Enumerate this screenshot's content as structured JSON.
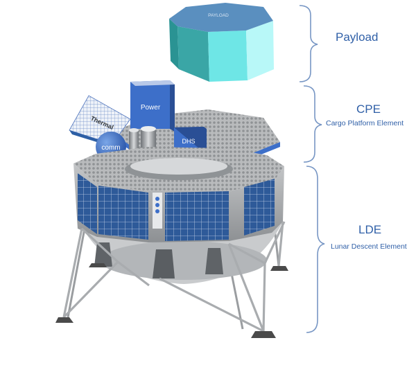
{
  "labels": {
    "payload_box": "PAYLOAD",
    "power": "Power",
    "thermal": "Thermal",
    "comm": "comm",
    "dhs": "DHS"
  },
  "legend": [
    {
      "title": "Payload",
      "subtitle": ""
    },
    {
      "title": "CPE",
      "subtitle": "Cargo Platform Element"
    },
    {
      "title": "LDE",
      "subtitle": "Lunar Descent Element"
    }
  ],
  "colors": {
    "accent_text": "#2f5fa7",
    "payload_teal": "#3aa6a6",
    "payload_light": "#9ef0f0",
    "module_blue": "#3d6fc9",
    "panel_blue": "#2d5fa5",
    "platform_grey": "#a7a9ab",
    "frame_grey": "#8a8d90"
  },
  "icons": [
    "brace-icon"
  ]
}
